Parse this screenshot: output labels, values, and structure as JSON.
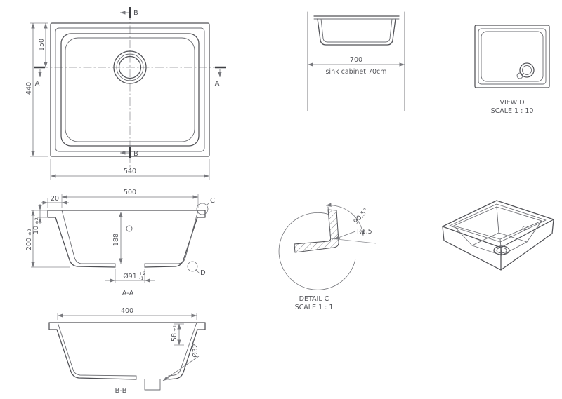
{
  "plan_view": {
    "dim_height": "440",
    "dim_drain_offset": "150",
    "dim_width": "540",
    "section_a": "A",
    "section_b": "B"
  },
  "front_view": {
    "dim_cabinet": "700",
    "caption": "sink cabinet 70cm"
  },
  "view_d": {
    "title": "VIEW D",
    "scale": "SCALE 1 : 10"
  },
  "section_aa": {
    "label": "A-A",
    "dim_flange": "20",
    "dim_opening": "500",
    "dim_rim": "10",
    "dim_rim_tol": "±2",
    "dim_height": "200",
    "dim_height_tol": "±2",
    "dim_depth": "188",
    "dim_drain": "Ø91",
    "dim_drain_tol_upper": "+2",
    "dim_drain_tol_lower": "-1",
    "detail_c_marker": "C",
    "detail_d_marker": "D"
  },
  "detail_c": {
    "title": "DETAIL C",
    "scale": "SCALE 1 : 1",
    "dim_radius": "R1,5",
    "dim_angle": "90,5°"
  },
  "section_bb": {
    "label": "B-B",
    "dim_opening": "400",
    "dim_depth": "58",
    "dim_depth_tol": "±1",
    "dim_outlet": "Ø32"
  }
}
